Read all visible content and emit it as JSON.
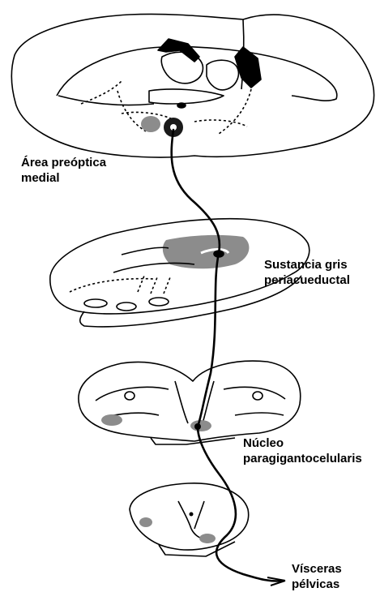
{
  "labels": {
    "preoptic": [
      "Área preóptica",
      "medial"
    ],
    "pag": [
      "Sustancia gris",
      "periacueductal"
    ],
    "npg": [
      "Núcleo",
      "paragigantocelularis"
    ],
    "viscera": [
      "Vísceras",
      "pélvicas"
    ]
  },
  "colors": {
    "outline": "#000000",
    "fill": "#ffffff",
    "region": "#8c8c8c",
    "nucleus": "#1a1a1a"
  }
}
